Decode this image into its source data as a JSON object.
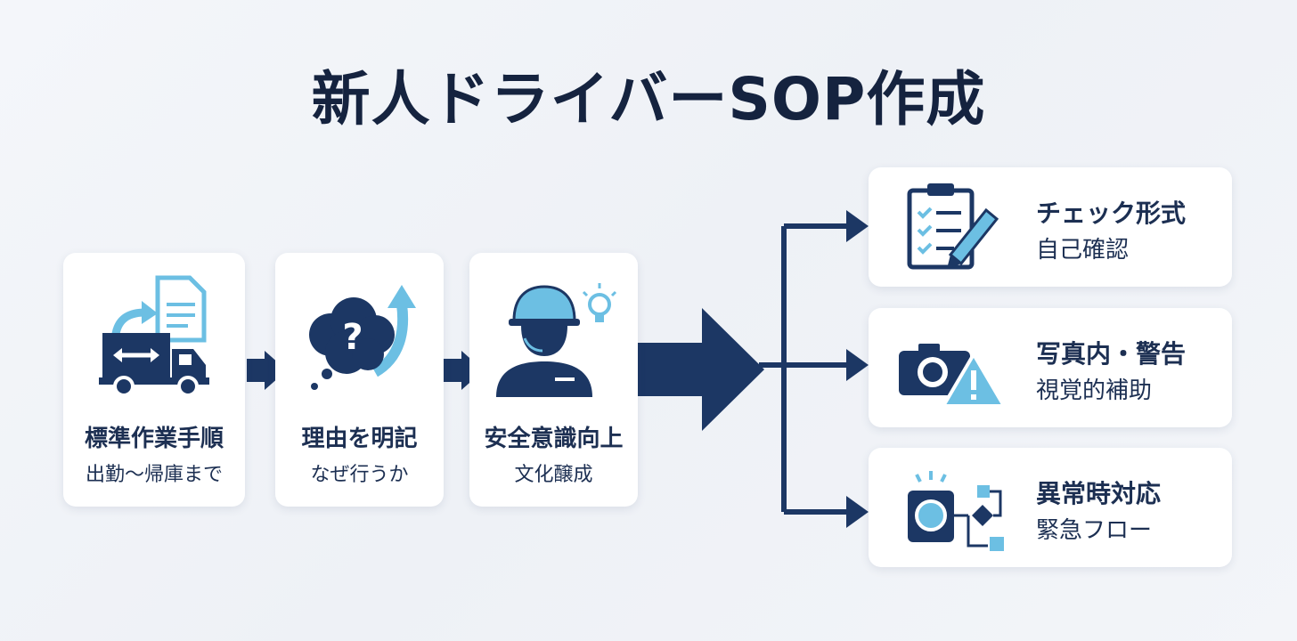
{
  "title": "新人ドライバーSOP作成",
  "colors": {
    "navy": "#1c3764",
    "accent": "#6cbfe3"
  },
  "steps": [
    {
      "main": "標準作業手順",
      "sub": "出勤〜帰庫まで",
      "icon": "truck-document-icon"
    },
    {
      "main": "理由を明記",
      "sub": "なぜ行うか",
      "icon": "question-cloud-icon"
    },
    {
      "main": "安全意識向上",
      "sub": "文化醸成",
      "icon": "safety-helmet-worker-icon"
    }
  ],
  "outputs": [
    {
      "main": "チェック形式",
      "sub": "自己確認",
      "icon": "checklist-clipboard-icon"
    },
    {
      "main": "写真内・警告",
      "sub": "視覚的補助",
      "icon": "camera-warning-icon"
    },
    {
      "main": "異常時対応",
      "sub": "緊急フロー",
      "icon": "alarm-flowchart-icon"
    }
  ]
}
